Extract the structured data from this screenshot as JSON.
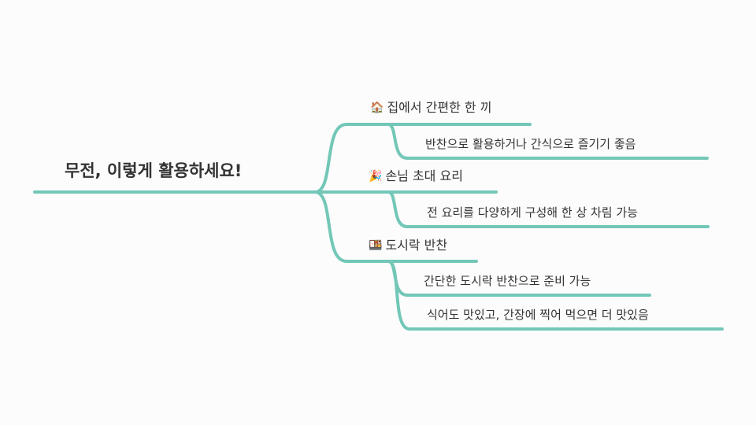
{
  "accent_color": "#73c7b7",
  "root": {
    "label": "무전, 이렇게 활용하세요!"
  },
  "branches": [
    {
      "icon": "house-icon",
      "icon_glyph": "🏠",
      "label": "집에서 간편한 한 끼",
      "children": [
        "반찬으로 활용하거나 간식으로 즐기기 좋음"
      ]
    },
    {
      "icon": "party-icon",
      "icon_glyph": "🎉",
      "label": "손님 초대 요리",
      "children": [
        "전 요리를 다양하게 구성해 한 상 차림 가능"
      ]
    },
    {
      "icon": "lunchbox-icon",
      "icon_glyph": "🍱",
      "label": "도시락 반찬",
      "children": [
        "간단한 도시락 반찬으로 준비 가능",
        "식어도 맛있고, 간장에 찍어 먹으면 더 맛있음"
      ]
    }
  ]
}
